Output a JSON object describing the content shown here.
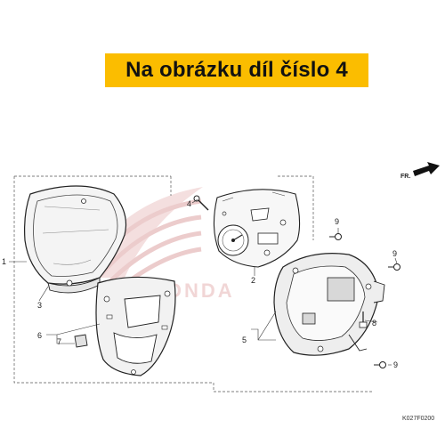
{
  "banner": {
    "text": "Na obrázku díl číslo 4",
    "color": "#fbbd00"
  },
  "direction": {
    "label": "FR."
  },
  "diagram_code": "K027F0200",
  "callouts": {
    "c1": "1",
    "c2": "2",
    "c3": "3",
    "c4": "4",
    "c5": "5",
    "c6": "6",
    "c7": "7",
    "c8": "8",
    "c9a": "9",
    "c9b": "9",
    "c9c": "9"
  },
  "watermark": {
    "brand": "HONDA",
    "color": "#f2d6d6"
  }
}
